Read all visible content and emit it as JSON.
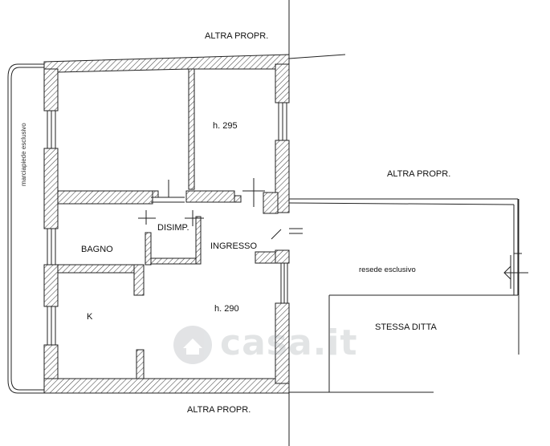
{
  "labels": {
    "top_neighbor": "ALTRA PROPR.",
    "right_neighbor": "ALTRA PROPR.",
    "bottom_neighbor": "ALTRA PROPR.",
    "sidewalk": "marciapiede esclusivo",
    "room_height_1": "h. 295",
    "room_height_2": "h. 290",
    "bathroom": "BAGNO",
    "hallway": "DISIMP.",
    "entrance": "INGRESSO",
    "kitchen": "K",
    "courtyard": "resede esclusivo",
    "same_owner": "STESSA DITTA"
  },
  "watermark": {
    "text": "casa.it",
    "icon": "house-logo-icon"
  },
  "colors": {
    "line": "#222222",
    "hatch": "#444444",
    "background": "#ffffff"
  }
}
